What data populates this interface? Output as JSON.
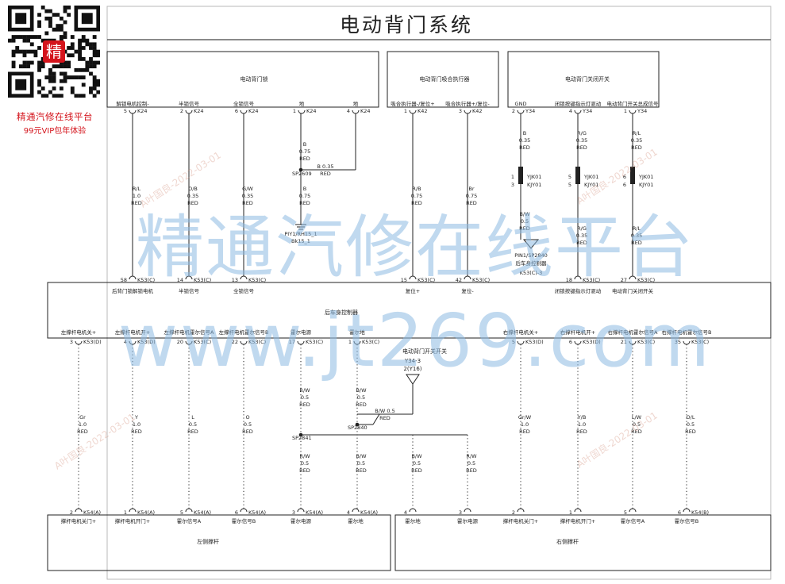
{
  "title": "电动背门系统",
  "promo": {
    "line1": "精通汽修在线平台",
    "line2": "99元VIP包年体验",
    "qr_badge": "精"
  },
  "watermarks": {
    "big": "精通汽修在线平台",
    "url": "www.jt269.com",
    "diagonal": "A叶国良-2022-03-01"
  },
  "boxes": {
    "lock_title": "电动背门锁",
    "actuator_title": "电动背门吸合执行器",
    "close_switch_title": "电动背门关闭开关",
    "bcm_title": "后车身控制器",
    "left_strut_title": "左侧撑杆",
    "right_strut_title": "右侧撑杆",
    "open_switch_title": "电动背门开关开关"
  },
  "lock_pins": [
    {
      "num": "5",
      "conn": "K24",
      "label": "解锁电机控制-"
    },
    {
      "num": "2",
      "conn": "K24",
      "label": "半锁信号"
    },
    {
      "num": "6",
      "conn": "K24",
      "label": "全锁信号"
    },
    {
      "num": "1",
      "conn": "K24",
      "label": "地"
    },
    {
      "num": "4",
      "conn": "K24",
      "label": "地"
    }
  ],
  "actuator_pins": [
    {
      "num": "1",
      "conn": "K42",
      "label": "吸合执行器-/复位+"
    },
    {
      "num": "3",
      "conn": "K42",
      "label": "吸合执行器+/复位-"
    }
  ],
  "switch_pins": [
    {
      "num": "2",
      "conn": "Y34",
      "label": "GND"
    },
    {
      "num": "4",
      "conn": "Y34",
      "label": "闭锁按键指示灯驱动"
    },
    {
      "num": "1",
      "conn": "Y34",
      "label": "电动背门开关总成信号"
    }
  ],
  "wires": {
    "lock_5": "R/L\n1.0\nRED",
    "lock_2": "O/B\n0.35\nRED",
    "lock_6": "G/W\n0.35\nRED",
    "lock_1_top": "B\n0.75\nRED",
    "lock_4": "B  0.35\nRED",
    "lock_1_bot": "B\n0.75\nRED",
    "act_1": "R/B\n0.75\nRED",
    "act_3": "Br\n0.75\nRED",
    "sw_2": "B\n0.35\nRED",
    "sw_4_top": "R/G\n0.35\nRED",
    "sw_1_top": "R/L\n0.35\nRED",
    "sw_2_bot": "B/W\n0.5\nRED",
    "sw_4_bot": "R/G\n0.35\nRED",
    "sw_1_bot": "R/L\n0.35\nRED",
    "bl_1": "Gr\n1.0\nRED",
    "bl_2": "Y\n1.0\nRED",
    "bl_3": "L\n0.5\nRED",
    "bl_4": "O\n0.5\nRED",
    "bl_5_top": "R/W\n0.5\nRED",
    "bl_6_top": "B/W\n0.5\nRED",
    "bl_5_bot": "R/W\n0.5\nRED",
    "bl_6_bot": "B/W\n0.5\nRED",
    "mid_bw": "B/W  0.5\nRED",
    "br_1": "B/W\n0.5\nRED",
    "br_2": "R/W\n0.5\nRED",
    "br_3": "Gr/W\n1.0\nRED",
    "br_4": "Y/B\n1.0\nRED",
    "br_5": "L/W\n0.5\nRED",
    "br_6": "O/L\n0.5\nRED"
  },
  "splices": {
    "sp2609": "SP2609",
    "sp2841": "SP2841",
    "sp2840": "SP2840"
  },
  "ground": {
    "label1": "PIY1/RH15_1",
    "label2": "Bk15_1"
  },
  "connectors": {
    "yjk01": "YJK01",
    "kjy01": "KJY01",
    "inline_pins": [
      {
        "top": "1",
        "bot": "3"
      },
      {
        "top": "5",
        "bot": "5"
      },
      {
        "top": "6",
        "bot": "6"
      }
    ]
  },
  "pin_note": {
    "l1": "PIN1/SP2840",
    "l2": "后车身控制器",
    "l3": "K53(C)-3"
  },
  "bcm_top_pins": [
    {
      "num": "58",
      "conn": "K53(C)",
      "label": "后背门锁解锁电机"
    },
    {
      "num": "14",
      "conn": "K53(C)",
      "label": "半锁信号"
    },
    {
      "num": "13",
      "conn": "K53(C)",
      "label": "全锁信号"
    },
    {
      "num": "15",
      "conn": "K53(C)",
      "label": "复位+"
    },
    {
      "num": "42",
      "conn": "K53(C)",
      "label": "复位-"
    },
    {
      "num": "18",
      "conn": "K53(C)",
      "label": "闭锁按键指示灯驱动"
    },
    {
      "num": "27",
      "conn": "K53(C)",
      "label": "电动背门关闭开关"
    }
  ],
  "bcm_bottom_pins": [
    {
      "num": "3",
      "conn": "K53(D)",
      "label": "左撑杆电机关+"
    },
    {
      "num": "4",
      "conn": "K53(D)",
      "label": "左撑杆电机开+"
    },
    {
      "num": "20",
      "conn": "K53(C)",
      "label": "左撑杆电机霍尔信号A"
    },
    {
      "num": "22",
      "conn": "K53(C)",
      "label": "左撑杆电机霍尔信号B"
    },
    {
      "num": "17",
      "conn": "K53(C)",
      "label": "霍尔电源"
    },
    {
      "num": "1",
      "conn": "K53(C)",
      "label": "霍尔地"
    },
    {
      "num": "5",
      "conn": "K53(D)",
      "label": "右撑杆电机关+"
    },
    {
      "num": "6",
      "conn": "K53(D)",
      "label": "右撑杆电机开+"
    },
    {
      "num": "21",
      "conn": "K53(C)",
      "label": "右撑杆电机霍尔信号A"
    },
    {
      "num": "35",
      "conn": "K53(C)",
      "label": "右撑杆电机霍尔信号B"
    }
  ],
  "open_switch": {
    "l1": "Y34-3",
    "l2": "2(Y16)"
  },
  "left_strut_pins": [
    {
      "num": "2",
      "conn": "K54(A)",
      "label": "撑杆电机关门+"
    },
    {
      "num": "1",
      "conn": "K54(A)",
      "label": "撑杆电机开门+"
    },
    {
      "num": "5",
      "conn": "K54(A)",
      "label": "霍尔信号A"
    },
    {
      "num": "6",
      "conn": "K54(A)",
      "label": "霍尔信号B"
    },
    {
      "num": "3",
      "conn": "K54(A)",
      "label": "霍尔电源"
    },
    {
      "num": "4",
      "conn": "K54(A)",
      "label": "霍尔地"
    }
  ],
  "right_strut_pins": [
    {
      "num": "4",
      "conn": "",
      "label": "霍尔地"
    },
    {
      "num": "3",
      "conn": "",
      "label": "霍尔电源"
    },
    {
      "num": "2",
      "conn": "",
      "label": "撑杆电机关门+"
    },
    {
      "num": "1",
      "conn": "",
      "label": "撑杆电机开门+"
    },
    {
      "num": "5",
      "conn": "",
      "label": "霍尔信号A"
    },
    {
      "num": "6",
      "conn": "K54(B)",
      "label": "霍尔信号B"
    }
  ]
}
